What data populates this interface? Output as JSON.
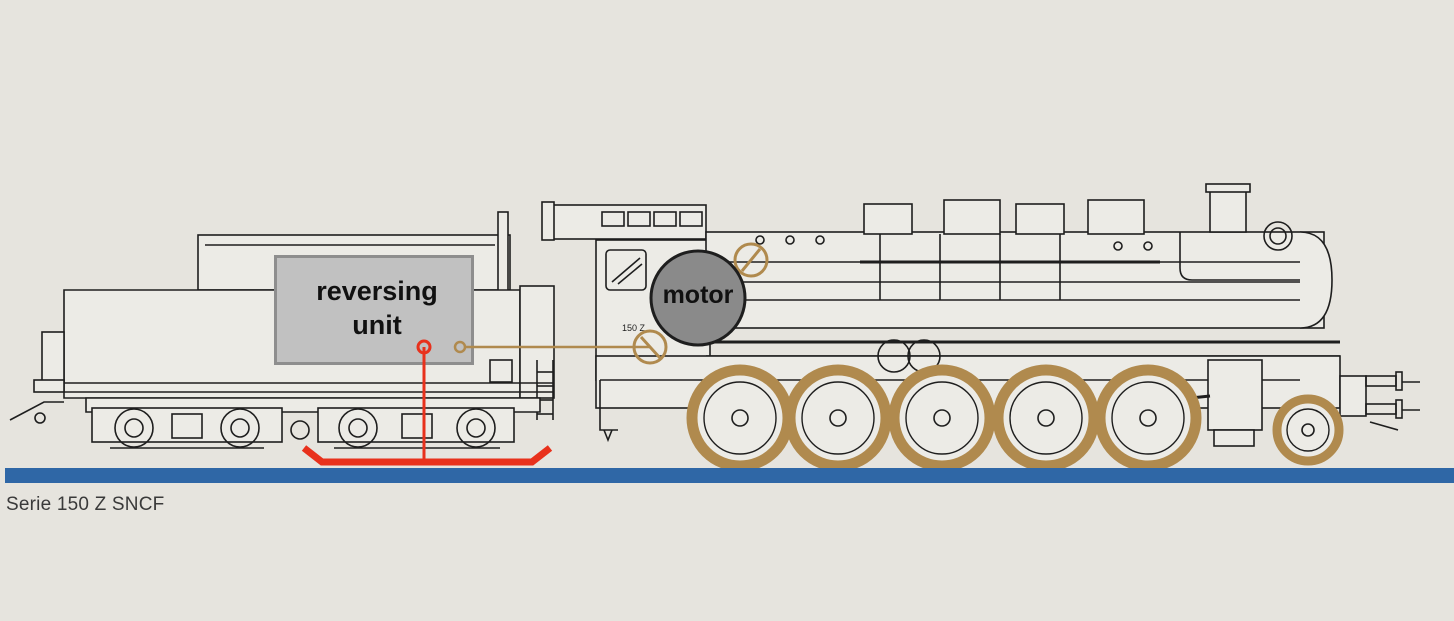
{
  "diagram": {
    "reversing_unit_label_line1": "reversing",
    "reversing_unit_label_line2": "unit",
    "motor_label": "motor",
    "caption": "Serie 150 Z SNCF",
    "cab_number": "150 Z"
  },
  "colors": {
    "background": "#e6e4de",
    "drawing": "#1e1e1e",
    "rail": "#2f67a6",
    "wheel_highlight": "#b08a4e",
    "linkage": "#b08a4e",
    "pickup": "#e8311c",
    "unit_box": "#c1c1c1",
    "motor": "#8a8a8a"
  }
}
